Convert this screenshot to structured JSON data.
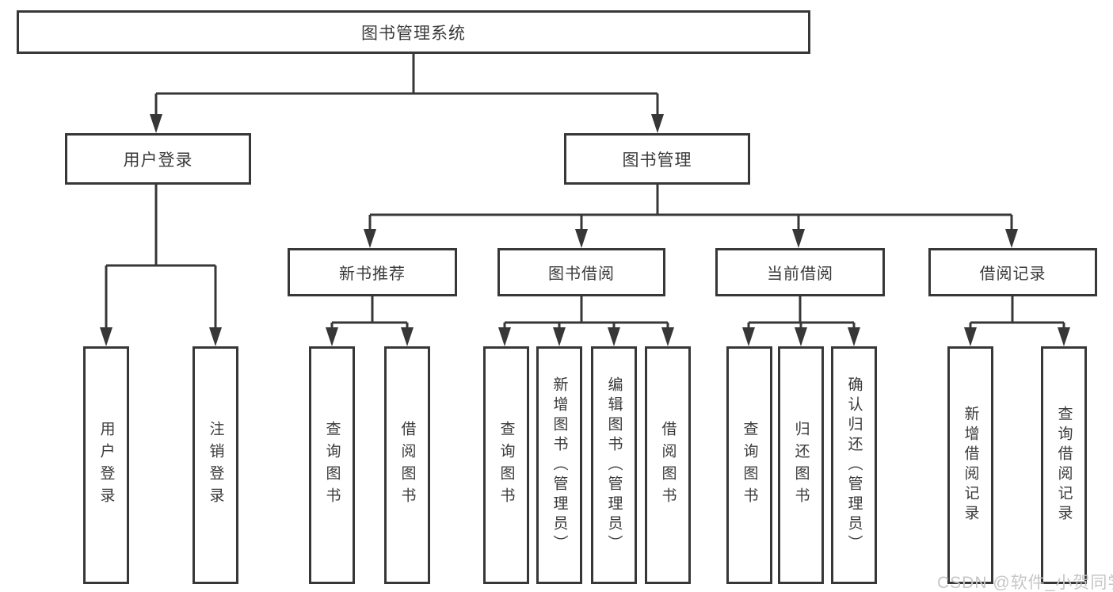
{
  "tree": {
    "root": {
      "label": "图书管理系统"
    },
    "branches": [
      {
        "label": "用户登录",
        "children": [
          {
            "label": "用户登录"
          },
          {
            "label": "注销登录"
          }
        ]
      },
      {
        "label": "图书管理",
        "groups": [
          {
            "label": "新书推荐",
            "children": [
              {
                "label": "查询图书"
              },
              {
                "label": "借阅图书"
              }
            ]
          },
          {
            "label": "图书借阅",
            "children": [
              {
                "label": "查询图书"
              },
              {
                "label": "新增图书（管理员）"
              },
              {
                "label": "编辑图书（管理员）"
              },
              {
                "label": "借阅图书"
              }
            ]
          },
          {
            "label": "当前借阅",
            "children": [
              {
                "label": "查询图书"
              },
              {
                "label": "归还图书"
              },
              {
                "label": "确认归还（管理员）"
              }
            ]
          },
          {
            "label": "借阅记录",
            "children": [
              {
                "label": "新增借阅记录"
              },
              {
                "label": "查询借阅记录"
              }
            ]
          }
        ]
      }
    ]
  },
  "watermark": {
    "text": "CSDN @软件_小贺同学"
  },
  "colors": {
    "line": "#373737",
    "box_border": "#373737",
    "text": "#3a3a3a",
    "background": "#ffffff",
    "watermark": "#c6c6c6"
  }
}
